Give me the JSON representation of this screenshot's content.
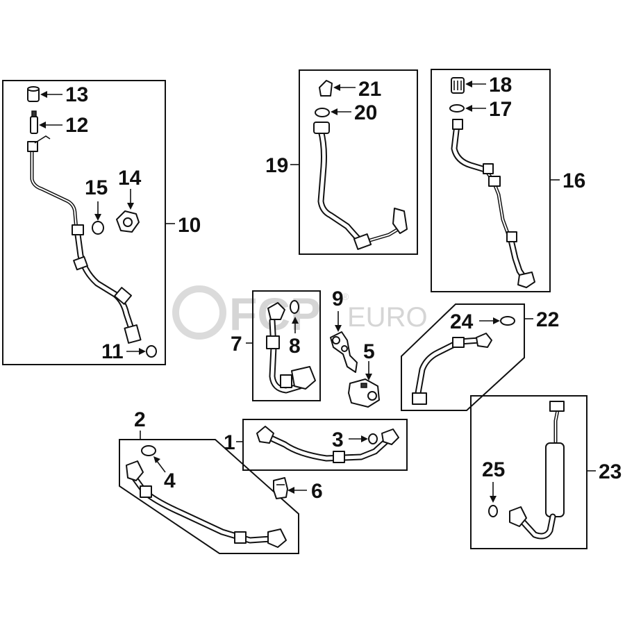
{
  "watermark": {
    "brand_text": "FCP",
    "euro_text": "EURO",
    "registered_mark": "®"
  },
  "callouts": {
    "c1": "1",
    "c2": "2",
    "c3": "3",
    "c4": "4",
    "c5": "5",
    "c6": "6",
    "c7": "7",
    "c8": "8",
    "c9": "9",
    "c10": "10",
    "c11": "11",
    "c12": "12",
    "c13": "13",
    "c14": "14",
    "c15": "15",
    "c16": "16",
    "c17": "17",
    "c18": "18",
    "c19": "19",
    "c20": "20",
    "c21": "21",
    "c22": "22",
    "c23": "23",
    "c24": "24",
    "c25": "25"
  },
  "colors": {
    "line": "#111111",
    "background": "#ffffff",
    "watermark": "#c8c8c8"
  }
}
